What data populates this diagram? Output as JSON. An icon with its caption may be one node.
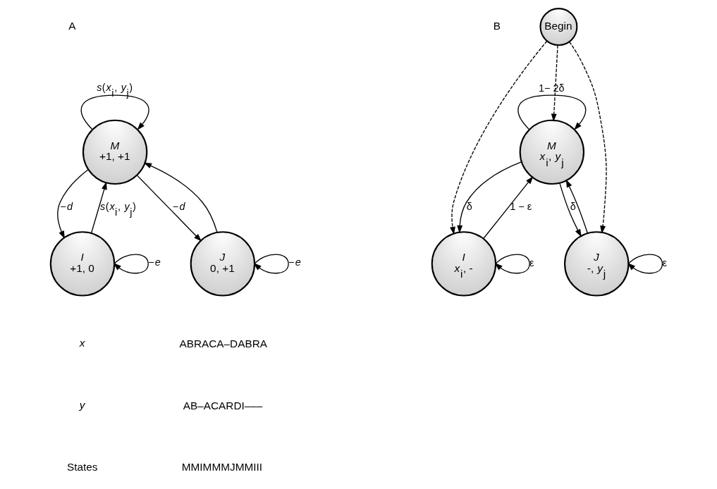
{
  "diagram": {
    "nodes": [
      {
        "text": [
          "M",
          "+1, +1"
        ]
      },
      {
        "text": [
          "I",
          "+1, 0"
        ]
      },
      {
        "text": [
          "J",
          "0, +1"
        ]
      },
      {
        "text": [
          "Begin"
        ]
      },
      {
        "text": [
          "M",
          "*x*$_{i}$, *y*$_{j}$"
        ]
      },
      {
        "text": [
          "I",
          "*x*$_{i}$, -"
        ]
      },
      {
        "text": [
          "J",
          "-, *y*$_{j}$"
        ]
      }
    ],
    "edges": [
      {
        "from": 0,
        "to": 0,
        "arrow": "to",
        "label": "*s*(*x*$_{i}$, *y*$_{j}$)"
      },
      {
        "from": 0,
        "to": 1,
        "arrow": "to",
        "label": "−*d*"
      },
      {
        "from": 1,
        "to": 0,
        "arrow": "to",
        "label": "*s*(*x*$_{i}$, *y*$_{j}$)"
      },
      {
        "from": 2,
        "to": 0,
        "arrow": "to"
      },
      {
        "from": 0,
        "to": 2,
        "arrow": "to",
        "label": "−*d*"
      },
      {
        "from": 1,
        "to": 1,
        "arrow": "to",
        "label": "−*e*"
      },
      {
        "from": 2,
        "to": 2,
        "arrow": "to",
        "label": "−*e*"
      },
      {
        "from": 3,
        "to": 5,
        "arrow": "to",
        "style": "dashed"
      },
      {
        "from": 3,
        "to": 4,
        "arrow": "to",
        "style": "dashed"
      },
      {
        "from": 3,
        "to": 6,
        "arrow": "to",
        "style": "dashed"
      },
      {
        "from": 4,
        "to": 4,
        "arrow": "to",
        "label": "1− 2δ"
      },
      {
        "from": 4,
        "to": 5,
        "arrow": "to",
        "label": "δ"
      },
      {
        "from": 5,
        "to": 4,
        "arrow": "to",
        "label": "1 − ε"
      },
      {
        "from": 6,
        "to": 4,
        "arrow": "to"
      },
      {
        "from": 4,
        "to": 6,
        "arrow": "to",
        "label": "δ"
      },
      {
        "from": 5,
        "to": 5,
        "arrow": "to",
        "label": "ε"
      },
      {
        "from": 6,
        "to": 6,
        "arrow": "to",
        "label": "ε"
      }
    ],
    "labels": [
      "A",
      "B",
      "x",
      "ABRACA–DABRA",
      "y",
      "AB–ACARDI–––",
      "States",
      "MMIMMMJMMIII"
    ]
  }
}
